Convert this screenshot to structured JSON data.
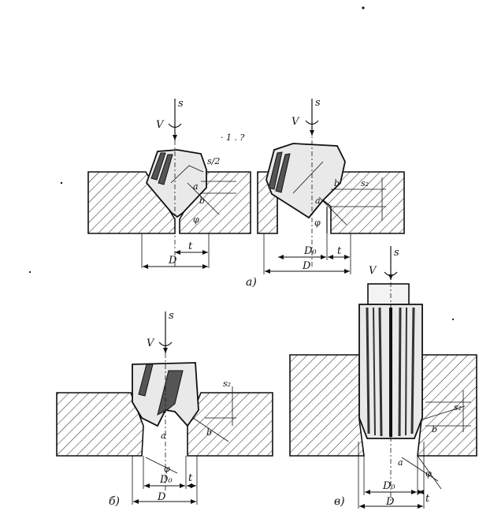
{
  "labels": {
    "feed": "s",
    "speed": "V",
    "diameter": "D",
    "core_diameter": "D₀",
    "depth": "t",
    "feed_per_tooth": "s₂",
    "half_feed": "s/2",
    "chip_width": "b",
    "chip_thickness": "a",
    "angle": "φ",
    "pencil_mark": "· 1 . ?"
  },
  "captions": {
    "a": "а)",
    "b": "б)",
    "c": "в)"
  }
}
